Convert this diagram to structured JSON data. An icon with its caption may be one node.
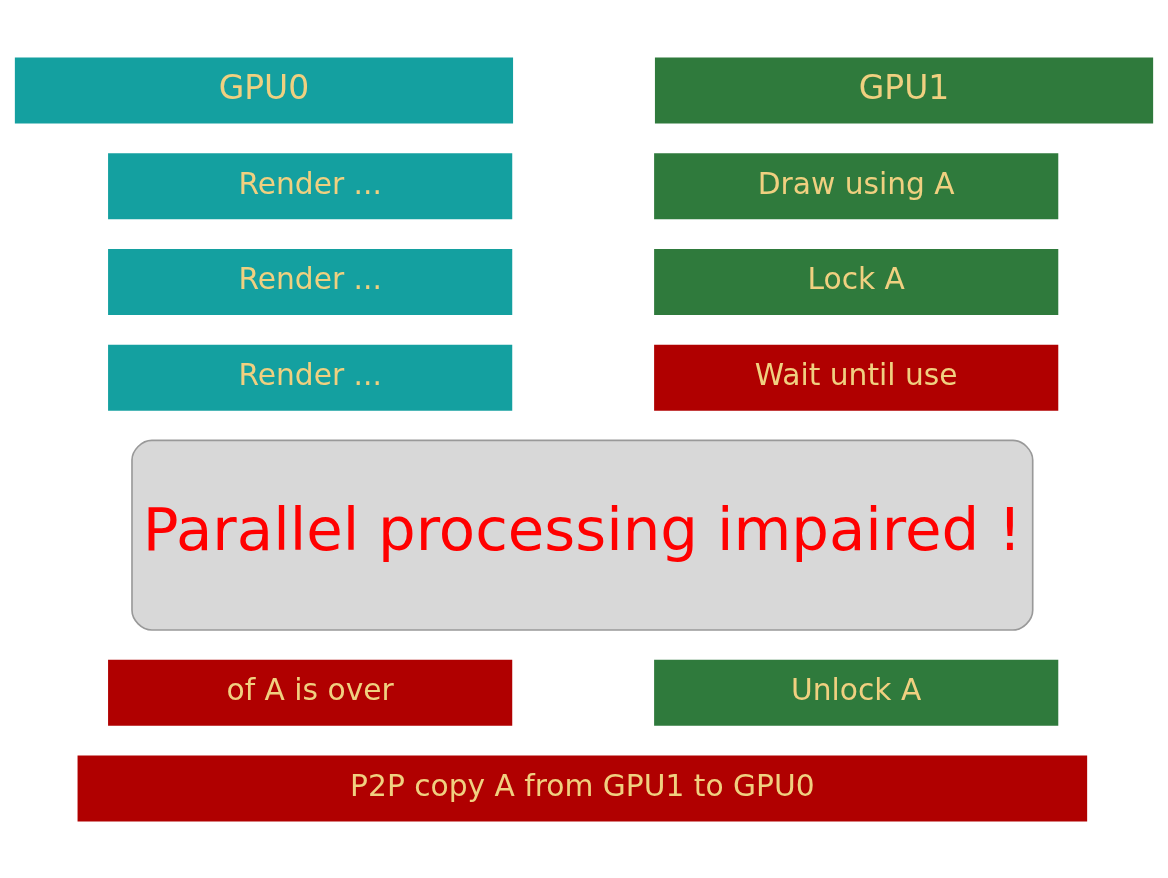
{
  "diagram": {
    "nodes": [
      {
        "text": [
          "GPU0"
        ]
      },
      {
        "text": [
          "Render ..."
        ]
      },
      {
        "text": [
          "Render ..."
        ]
      },
      {
        "text": [
          "Render ..."
        ]
      },
      {
        "text": [
          "of A is over"
        ]
      },
      {
        "text": [
          "GPU1"
        ]
      },
      {
        "text": [
          "Draw using A"
        ]
      },
      {
        "text": [
          "Lock A"
        ]
      },
      {
        "text": [
          "Wait until use"
        ]
      },
      {
        "text": [
          "Unlock A"
        ]
      },
      {
        "text": [
          "Parallel processing impaired !"
        ]
      },
      {
        "text": [
          "P2P copy A from GPU1 to GPU0"
        ]
      }
    ],
    "edges": []
  }
}
